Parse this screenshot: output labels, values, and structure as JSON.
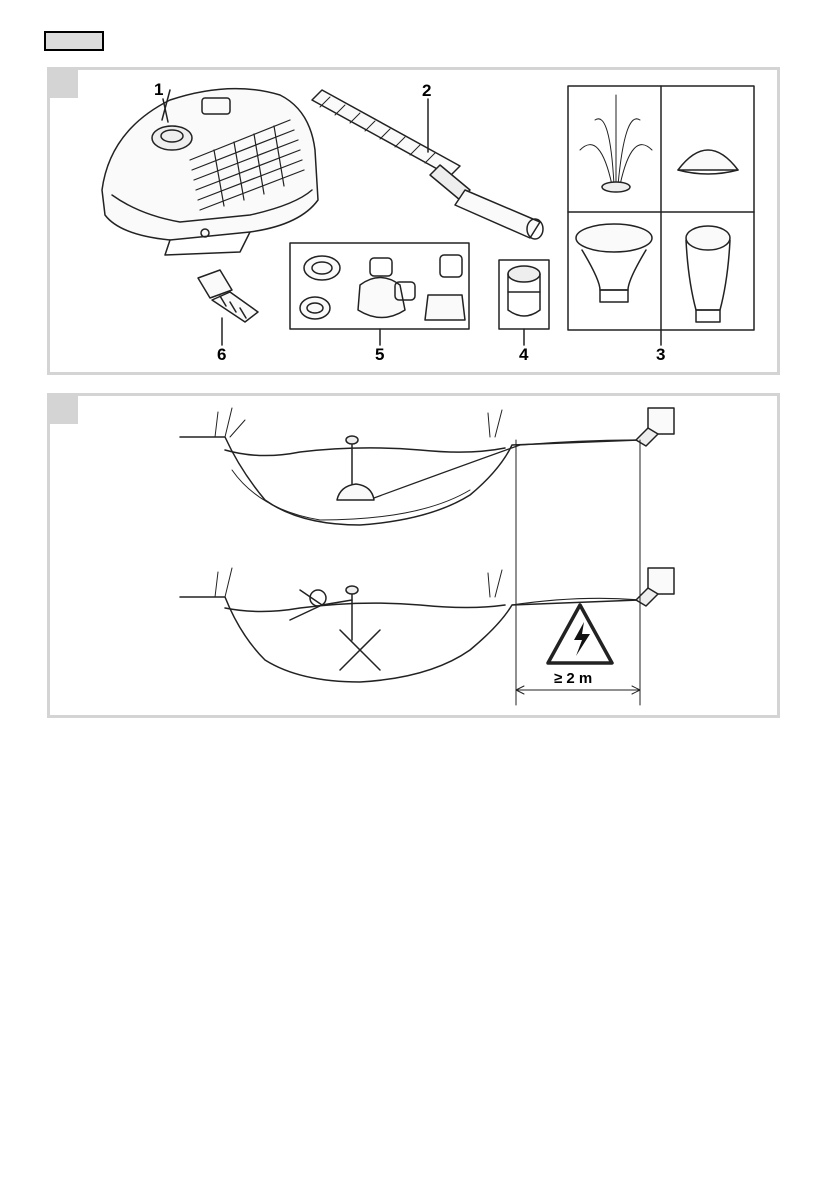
{
  "figure_a": {
    "callouts": {
      "pump": "1",
      "telescope_extension": "2",
      "fountain_nozzles": "3",
      "adapter": "4",
      "distributor_set": "5",
      "hose_connector": "6"
    }
  },
  "figure_b": {
    "safety_distance": "≥ 2 m"
  },
  "icons": [
    "warning-triangle-icon",
    "lightning-bolt-icon",
    "power-socket-icon",
    "prohibited-cross-icon",
    "swimmer-icon"
  ]
}
